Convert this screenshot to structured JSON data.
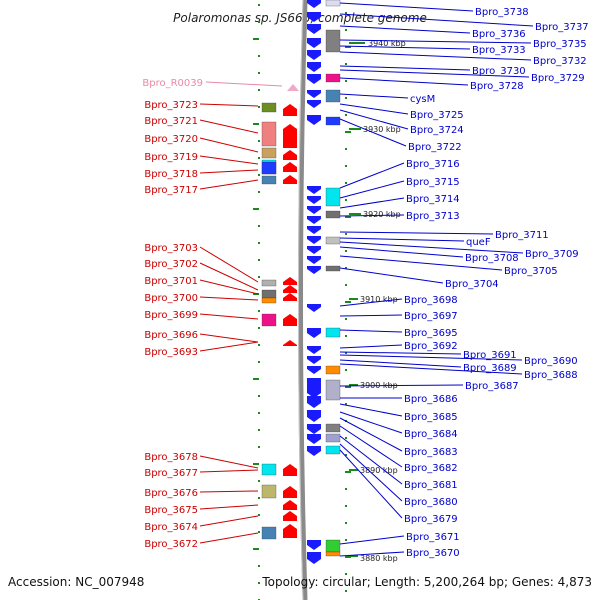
{
  "title": "Polaromonas sp. JS666, complete genome",
  "footer": {
    "accession": "Accession: NC_007948",
    "topology": "Topology: circular; Length: 5,200,264 bp; Genes: 4,873"
  },
  "colors": {
    "forward_label": "#0000cc",
    "reverse_label": "#cc0000",
    "rna_label": "#e88aa6",
    "backbone": "#8a8a8a",
    "tick": "#1a8a1a"
  },
  "kbp_markers": [
    "3940 kbp",
    "3930 kbp",
    "3920 kbp",
    "3910 kbp",
    "3900 kbp",
    "3890 kbp",
    "3880 kbp"
  ],
  "reverse_genes": [
    {
      "label": "Bpro_3723",
      "color": "#6b8e23"
    },
    {
      "label": "Bpro_3721",
      "color": "#f08080"
    },
    {
      "label": "Bpro_3720",
      "color": "#c8a060"
    },
    {
      "label": "Bpro_3719",
      "color": "#00e5ee"
    },
    {
      "label": "Bpro_3718",
      "color": "#1e3cff"
    },
    {
      "label": "Bpro_3717",
      "color": "#4682b4"
    },
    {
      "label": "Bpro_3703",
      "color": "#b0b0b0"
    },
    {
      "label": "Bpro_3702",
      "color": "#707070"
    },
    {
      "label": "Bpro_3701",
      "color": "#505050"
    },
    {
      "label": "Bpro_3700",
      "color": "#ff8c00"
    },
    {
      "label": "Bpro_3699",
      "color": "#ee1289"
    },
    {
      "label": "Bpro_3696",
      "color": "#ff0000"
    },
    {
      "label": "Bpro_3693",
      "color": "#ff0000"
    },
    {
      "label": "Bpro_3678",
      "color": "#00e5ee"
    },
    {
      "label": "Bpro_3677",
      "color": "#ff0000"
    },
    {
      "label": "Bpro_3676",
      "color": "#bdb76b"
    },
    {
      "label": "Bpro_3675",
      "color": "#ff0000"
    },
    {
      "label": "Bpro_3674",
      "color": "#ff0000"
    },
    {
      "label": "Bpro_3672",
      "color": "#4682b4"
    }
  ],
  "rna_genes": [
    {
      "label": "Bpro_R0039"
    }
  ],
  "forward_genes": [
    {
      "label": "Bpro_3738"
    },
    {
      "label": "Bpro_3737"
    },
    {
      "label": "Bpro_3736"
    },
    {
      "label": "Bpro_3735"
    },
    {
      "label": "Bpro_3733"
    },
    {
      "label": "Bpro_3732"
    },
    {
      "label": "Bpro_3730"
    },
    {
      "label": "Bpro_3729"
    },
    {
      "label": "Bpro_3728"
    },
    {
      "label": "cysM"
    },
    {
      "label": "Bpro_3725"
    },
    {
      "label": "Bpro_3724"
    },
    {
      "label": "Bpro_3722"
    },
    {
      "label": "Bpro_3716"
    },
    {
      "label": "Bpro_3715"
    },
    {
      "label": "Bpro_3714"
    },
    {
      "label": "Bpro_3713"
    },
    {
      "label": "Bpro_3711"
    },
    {
      "label": "queF"
    },
    {
      "label": "Bpro_3709"
    },
    {
      "label": "Bpro_3708"
    },
    {
      "label": "Bpro_3705"
    },
    {
      "label": "Bpro_3704"
    },
    {
      "label": "Bpro_3698"
    },
    {
      "label": "Bpro_3697"
    },
    {
      "label": "Bpro_3695"
    },
    {
      "label": "Bpro_3692"
    },
    {
      "label": "Bpro_3691"
    },
    {
      "label": "Bpro_3690"
    },
    {
      "label": "Bpro_3689"
    },
    {
      "label": "Bpro_3688"
    },
    {
      "label": "Bpro_3687"
    },
    {
      "label": "Bpro_3686"
    },
    {
      "label": "Bpro_3685"
    },
    {
      "label": "Bpro_3684"
    },
    {
      "label": "Bpro_3683"
    },
    {
      "label": "Bpro_3682"
    },
    {
      "label": "Bpro_3681"
    },
    {
      "label": "Bpro_3680"
    },
    {
      "label": "Bpro_3679"
    },
    {
      "label": "Bpro_3671"
    },
    {
      "label": "Bpro_3670"
    }
  ]
}
